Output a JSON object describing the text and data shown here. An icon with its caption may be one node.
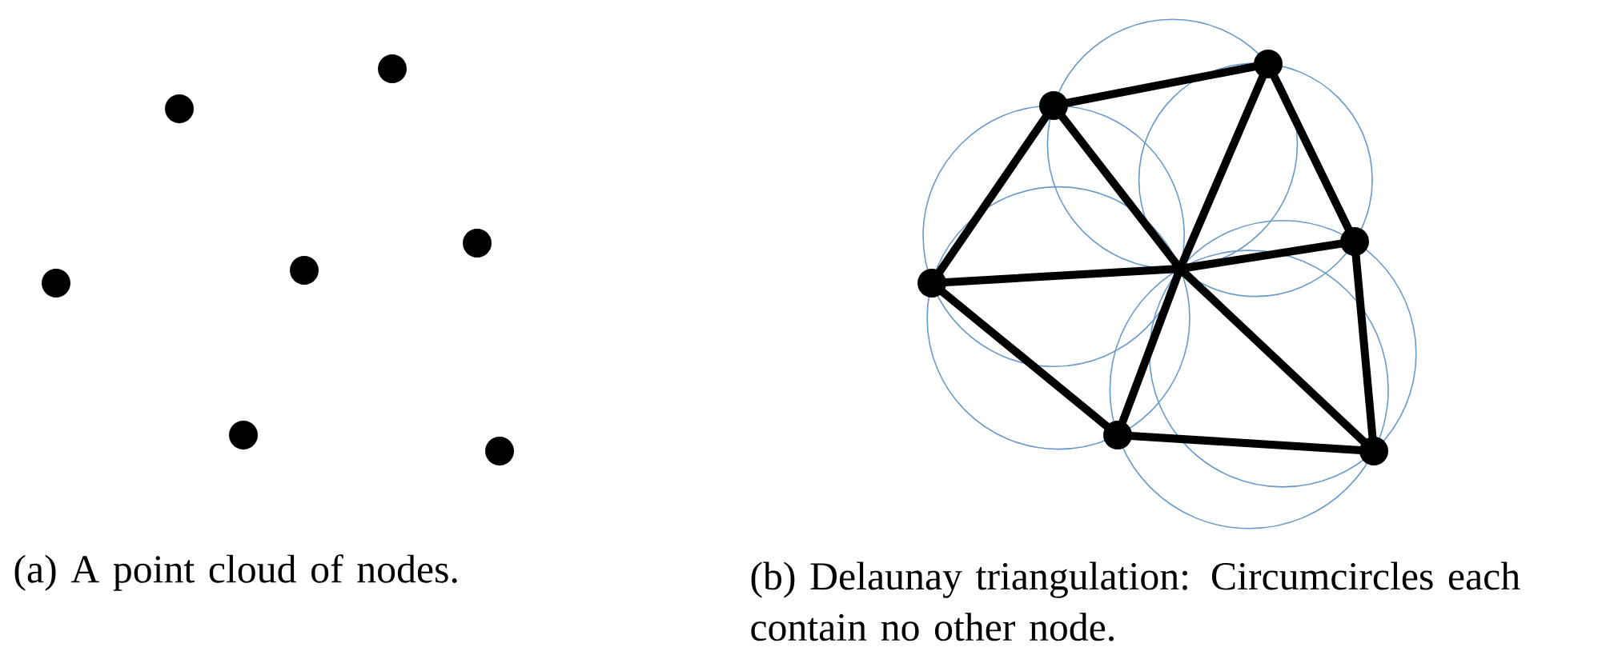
{
  "diagram": {
    "nodes": [
      {
        "text": [],
        "shape": "circle"
      },
      {
        "text": [],
        "shape": "circle"
      },
      {
        "text": [],
        "shape": "circle"
      },
      {
        "text": [],
        "shape": "circle"
      },
      {
        "text": [],
        "shape": "circle"
      },
      {
        "text": [],
        "shape": "circle"
      },
      {
        "text": [],
        "shape": "circle"
      },
      {
        "text": [],
        "shape": "circle"
      },
      {
        "text": [],
        "shape": "circle"
      },
      {
        "text": [],
        "shape": "circle"
      },
      {
        "text": [],
        "shape": "point"
      },
      {
        "text": [],
        "shape": "circle"
      },
      {
        "text": [],
        "shape": "circle"
      },
      {
        "text": [],
        "shape": "circle"
      }
    ],
    "edges": [
      {
        "from": 7,
        "to": 8,
        "arrow": "none"
      },
      {
        "from": 7,
        "to": 9,
        "arrow": "none"
      },
      {
        "from": 7,
        "to": 10,
        "arrow": "none"
      },
      {
        "from": 8,
        "to": 10,
        "arrow": "none"
      },
      {
        "from": 8,
        "to": 11,
        "arrow": "none"
      },
      {
        "from": 9,
        "to": 10,
        "arrow": "none"
      },
      {
        "from": 10,
        "to": 11,
        "arrow": "none"
      },
      {
        "from": 9,
        "to": 12,
        "arrow": "none"
      },
      {
        "from": 12,
        "to": 10,
        "arrow": "none"
      },
      {
        "from": 10,
        "to": 13,
        "arrow": "none"
      },
      {
        "from": 11,
        "to": 13,
        "arrow": "none"
      },
      {
        "from": 12,
        "to": 13,
        "arrow": "none"
      }
    ],
    "labels": [
      "(a) A point cloud of nodes.",
      "(b) Delaunay triangulation: Circumcircles each contain no other node."
    ]
  }
}
